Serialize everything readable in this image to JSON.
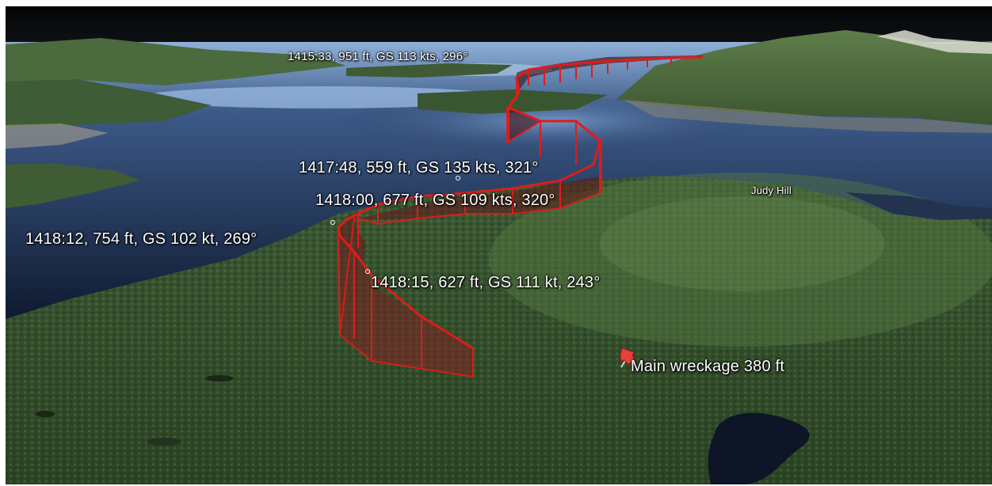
{
  "labels": {
    "p1": "1415:33, 951 ft, GS 113 kts, 296°",
    "p2": "1417:48, 559 ft, GS 135 kts, 321°",
    "p3": "1418:00, 677 ft, GS 109 kts, 320°",
    "p4": "1418:12, 754 ft, GS 102 kt, 269°",
    "p5": "1418:15, 627 ft, GS 111 kt, 243°",
    "hill": "Judy Hill",
    "wreckage": "Main wreckage 380 ft"
  },
  "colors": {
    "track": "#e01b1b",
    "curtain": "#5a1a1a",
    "water": "#1b2a4a",
    "forest": "#3f5a2e",
    "sky": "#07090c"
  },
  "icons": {
    "wreckage_marker": "pushpin-icon"
  }
}
